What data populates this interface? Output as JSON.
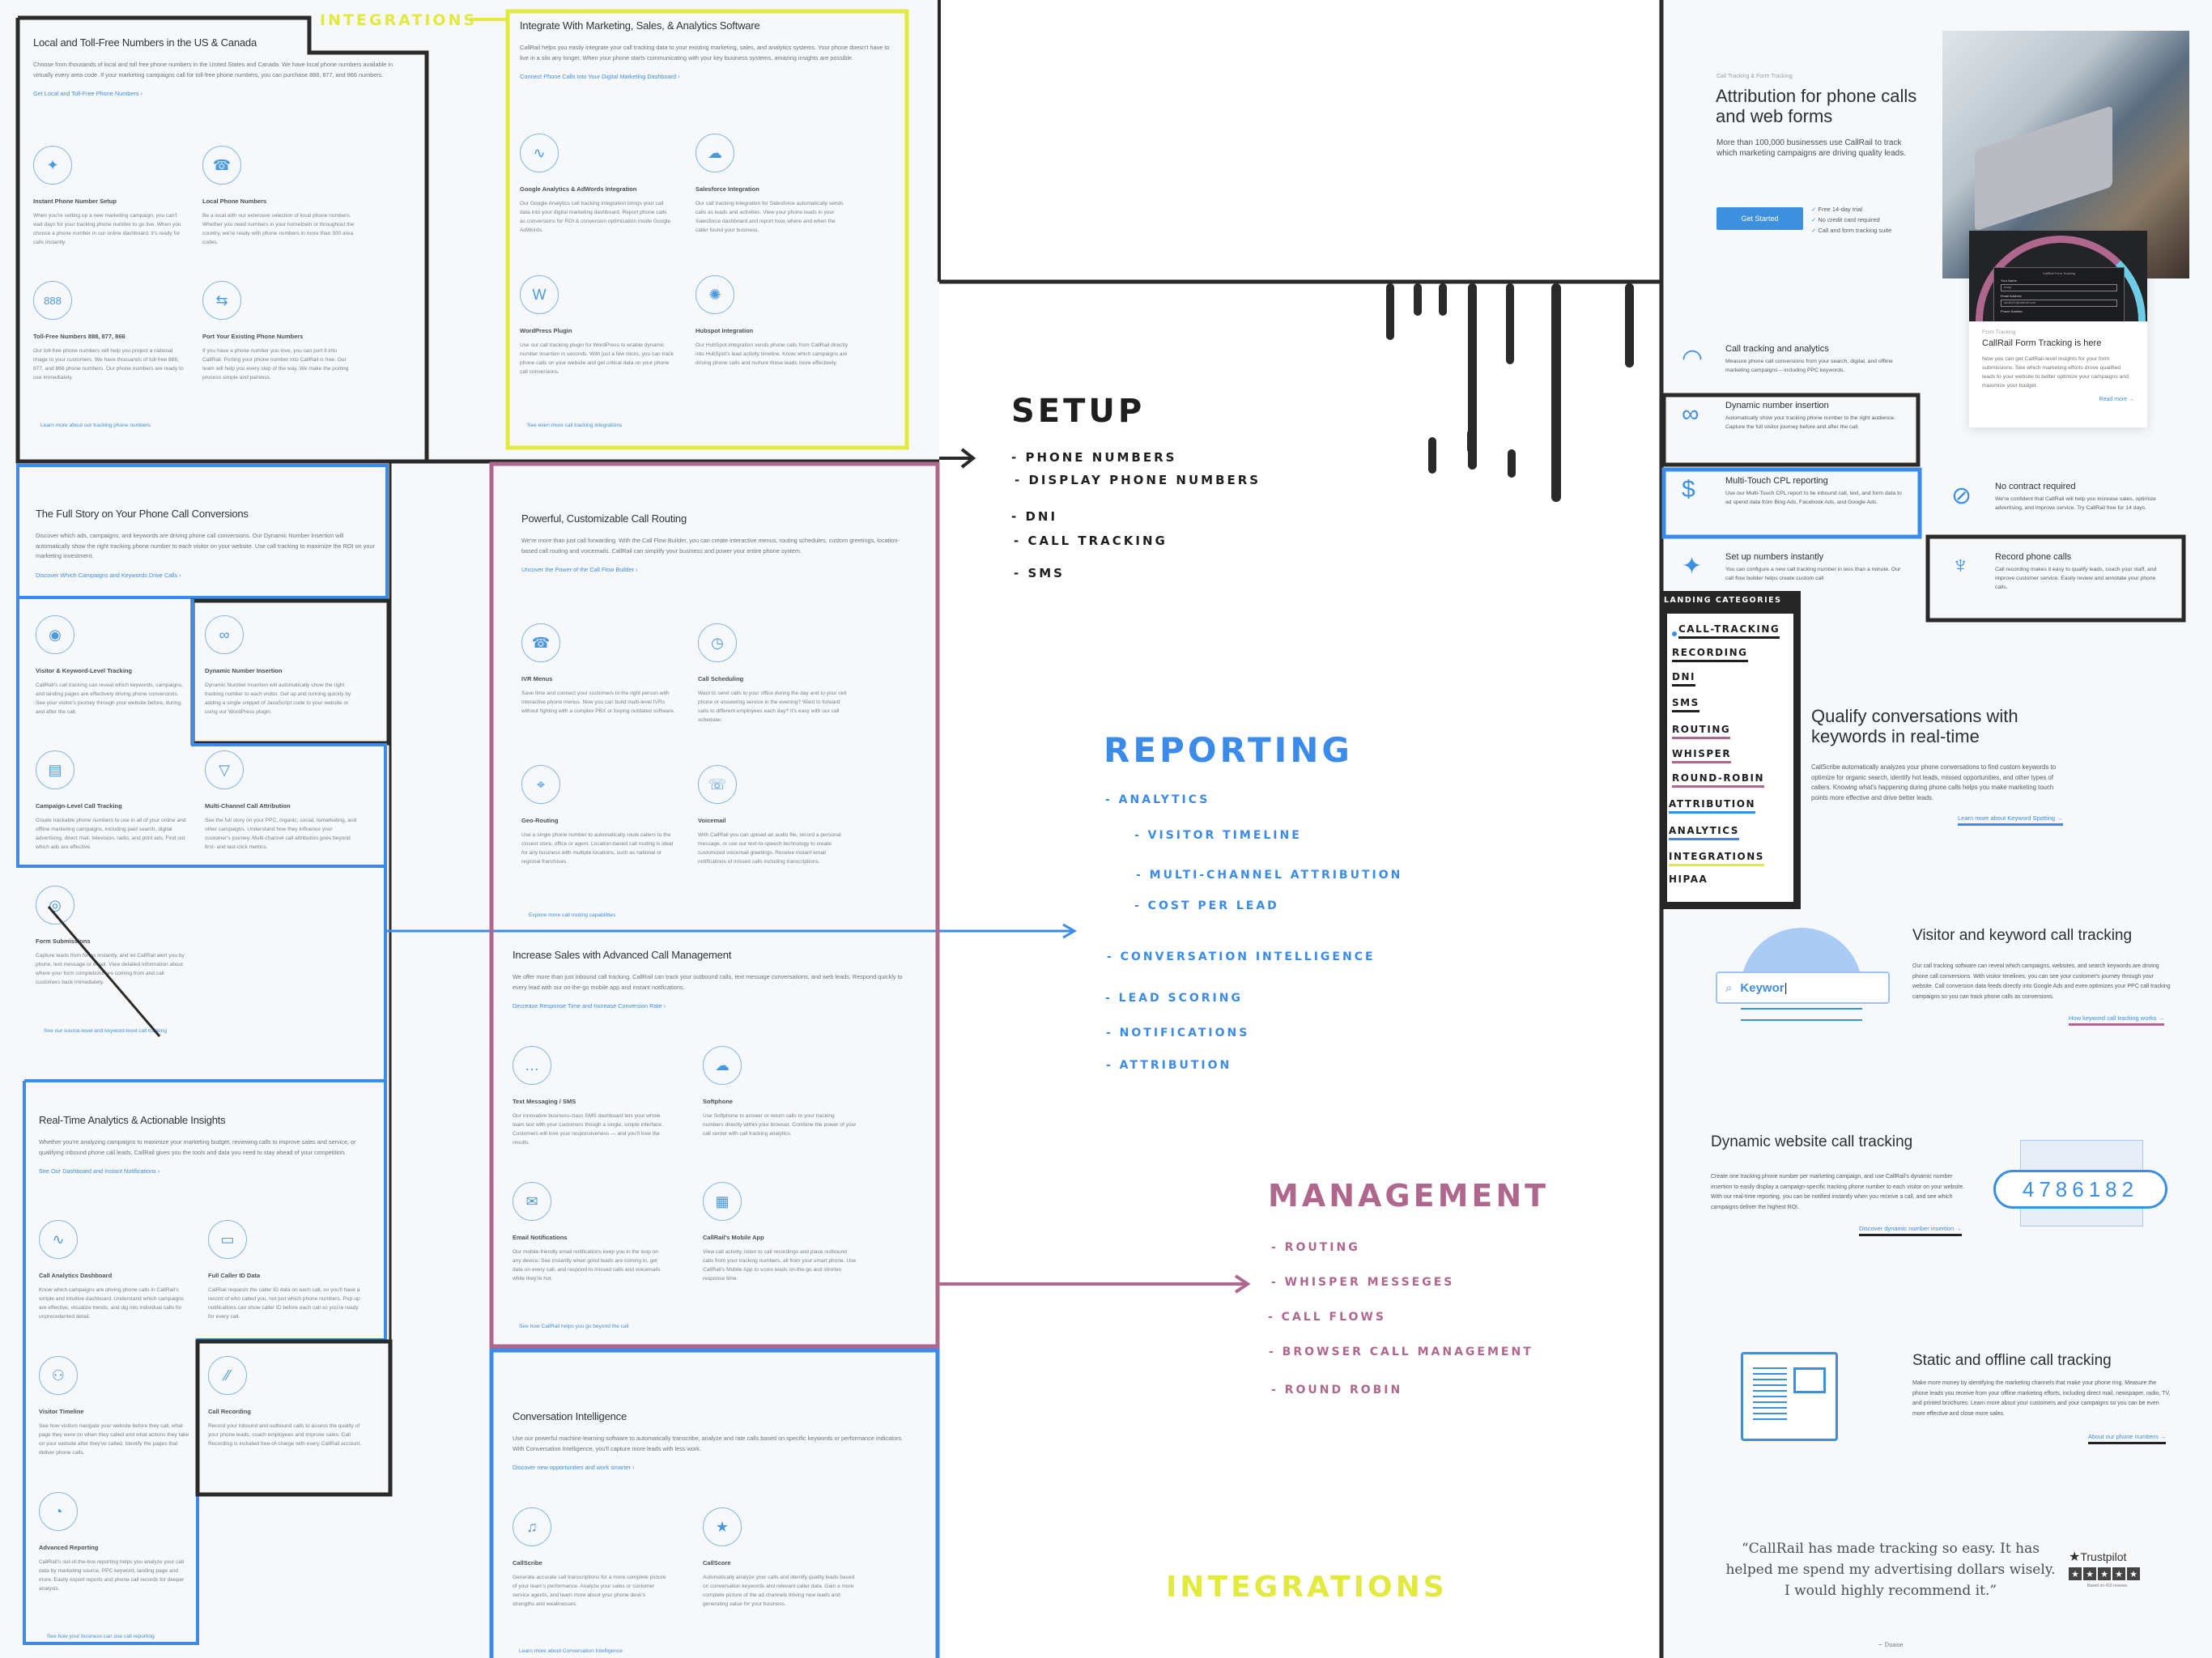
{
  "colors": {
    "blue": "#3b8beb",
    "pink": "#b0678e",
    "yellow": "#e2ea3f",
    "black": "#2a2a2a",
    "link": "#3d8fe0"
  },
  "panels": {
    "local_numbers": {
      "title": "Local and Toll-Free Numbers in the US & Canada",
      "intro": "Choose from thousands of local and toll free phone numbers in the United States and Canada. We have local phone numbers available in virtually every area code. If your marketing campaigns call for toll-free phone numbers, you can purchase 888, 877, and 866 numbers.",
      "link": "Get Local and Toll-Free Phone Numbers ›",
      "footer": "Learn more about our tracking phone numbers",
      "features": [
        {
          "icon": "magic-wand-icon",
          "glyph": "✦",
          "title": "Instant Phone Number Setup",
          "desc": "When you're setting up a new marketing campaign, you can't wait days for your tracking phone number to go live. When you choose a phone number in our online dashboard, it's ready for calls instantly."
        },
        {
          "icon": "telephone-icon",
          "glyph": "☎",
          "title": "Local Phone Numbers",
          "desc": "Be a local with our extensive selection of local phone numbers. Whether you need numbers in your hometown or throughout the country, we're ready with phone numbers in more than 300 area codes."
        },
        {
          "icon": "toll-free-888-icon",
          "glyph": "888",
          "title": "Toll-Free Numbers 888, 877, 866",
          "desc": "Our toll-free phone numbers will help you project a national image to your customers. We have thousands of toll-free 888, 877, and 866 phone numbers. Our phone numbers are ready to use immediately."
        },
        {
          "icon": "port-arrows-icon",
          "glyph": "⇆",
          "title": "Port Your Existing Phone Numbers",
          "desc": "If you have a phone number you love, you can port it into CallRail. Porting your phone number into CallRail is free. Our team will help you every step of the way. We make the porting process simple and painless."
        }
      ]
    },
    "full_story": {
      "title": "The Full Story on Your Phone Call Conversions",
      "intro": "Discover which ads, campaigns, and keywords are driving phone call conversions. Our Dynamic Number Insertion will automatically show the right tracking phone number to each visitor on your website. Use call tracking to maximize the ROI on your marketing investment.",
      "link": "Discover Which Campaigns and Keywords Drive Calls ›",
      "footer": "See our source-level and keyword-level call tracking",
      "features": [
        {
          "icon": "visitor-search-icon",
          "glyph": "◉",
          "title": "Visitor & Keyword-Level Tracking",
          "desc": "CallRail's call tracking can reveal which keywords, campaigns, and landing pages are effectively driving phone conversions. See your visitor's journey through your website before, during, and after the call."
        },
        {
          "icon": "dynamic-number-icon",
          "glyph": "∞",
          "title": "Dynamic Number Insertion",
          "desc": "Dynamic Number Insertion will automatically show the right tracking number to each visitor. Get up and running quickly by adding a single snippet of JavaScript code to your website or using our WordPress plugin."
        },
        {
          "icon": "newspaper-icon",
          "glyph": "▤",
          "title": "Campaign-Level Call Tracking",
          "desc": "Create trackable phone numbers to use in all of your online and offline marketing campaigns, including paid search, digital advertising, direct mail, television, radio, and print ads. Find out which ads are effective."
        },
        {
          "icon": "funnel-icon",
          "glyph": "▽",
          "title": "Multi-Channel Call Attribution",
          "desc": "See the full story on your PPC, organic, social, remarketing, and other campaigns. Understand how they influence your customer's journey. Multi-channel call attribution goes beyond first- and last-click metrics."
        },
        {
          "icon": "form-user-icon",
          "glyph": "◎",
          "title": "Form Submissions",
          "desc": "Capture leads from forms instantly, and let CallRail alert you by phone, text message or email. View detailed information about where your form completions are coming from and call customers back immediately."
        }
      ]
    },
    "real_time": {
      "title": "Real-Time Analytics & Actionable Insights",
      "intro": "Whether you're analyzing campaigns to maximize your marketing budget, reviewing calls to improve sales and service, or qualifying inbound phone call leads, CallRail gives you the tools and data you need to stay ahead of your competition.",
      "link": "See Our Dashboard and Instant Notifications ›",
      "footer": "See how your business can use call reporting",
      "features": [
        {
          "icon": "line-chart-icon",
          "glyph": "∿",
          "title": "Call Analytics Dashboard",
          "desc": "Know which campaigns are driving phone calls in CallRail's simple and intuitive dashboard. Understand which campaigns are effective, visualize trends, and dig into individual calls for unprecedented detail."
        },
        {
          "icon": "caller-id-icon",
          "glyph": "▭",
          "title": "Full Caller ID Data",
          "desc": "CallRail requests the caller ID data on each call, so you'll have a record of who called you, not just which phone numbers. Pop-up notifications can show caller ID before each call so you're ready for every call."
        },
        {
          "icon": "visitor-timeline-icon",
          "glyph": "⚇",
          "title": "Visitor Timeline",
          "desc": "See how visitors navigate your website before they call, what page they were on when they called and what actions they take on your website after they've called. Identify the pages that deliver phone calls."
        },
        {
          "icon": "call-recording-icon",
          "glyph": "⁄⁄",
          "title": "Call Recording",
          "desc": "Record your inbound and outbound calls to assess the quality of your phone leads, coach employees and improve sales. Call Recording is included free-of-charge with every CallRail account."
        },
        {
          "icon": "pie-chart-icon",
          "glyph": "◔",
          "title": "Advanced Reporting",
          "desc": "CallRail's out-of-the-box reporting helps you analyze your call data by marketing source, PPC keyword, landing page and more. Easily export reports and phone call records for deeper analysis."
        }
      ]
    },
    "integrations": {
      "title": "Integrate With Marketing, Sales, & Analytics Software",
      "intro": "CallRail helps you easily integrate your call tracking data to your existing marketing, sales, and analytics systems. Your phone doesn't have to live in a silo any longer. When your phone starts communicating with your key business systems, amazing insights are possible.",
      "link": "Connect Phone Calls into Your Digital Marketing Dashboard ›",
      "footer": "See even more call tracking integrations",
      "features": [
        {
          "icon": "analytics-pulse-icon",
          "glyph": "∿",
          "title": "Google Analytics & AdWords Integration",
          "desc": "Our Google Analytics call tracking integration brings your call data into your digital marketing dashboard. Report phone calls as conversions for ROI & conversion optimization inside Google AdWords."
        },
        {
          "icon": "cloud-icon",
          "glyph": "☁",
          "title": "Salesforce Integration",
          "desc": "Our call tracking integration for Salesforce automatically sends calls as leads and activities. View your phone leads in your Salesforce dashboard and report how, where and when the caller found your business."
        },
        {
          "icon": "wordpress-icon",
          "glyph": "W",
          "title": "WordPress Plugin",
          "desc": "Use our call tracking plugin for WordPress to enable dynamic number insertion in seconds. With just a few clicks, you can track phone calls on your website and get critical data on your phone call conversions."
        },
        {
          "icon": "hubspot-icon",
          "glyph": "✺",
          "title": "Hubspot Integration",
          "desc": "Our HubSpot integration sends phone calls from CallRail directly into HubSpot's lead activity timeline. Know which campaigns are driving phone calls and nurture those leads more effectively."
        }
      ]
    },
    "routing": {
      "title": "Powerful, Customizable Call Routing",
      "intro": "We're more than just call forwarding. With the Call Flow Builder, you can create interactive menus, routing schedules, custom greetings, location-based call routing and voicemails. CallRail can simplify your business and power your entire phone system.",
      "link": "Uncover the Power of the Call Flow Builder ›",
      "footer": "Explore more call routing capabilities",
      "features": [
        {
          "icon": "ivr-keypad-icon",
          "glyph": "☎",
          "title": "IVR Menus",
          "desc": "Save time and connect your customers to the right person with interactive phone menus. Now you can build multi-level IVRs without fighting with a complex PBX or buying outdated software."
        },
        {
          "icon": "clock-icon",
          "glyph": "◷",
          "title": "Call Scheduling",
          "desc": "Want to send calls to your office during the day and to your cell phone or answering service in the evening? Want to forward calls to different employees each day? It's easy with our call scheduler."
        },
        {
          "icon": "geo-pin-icon",
          "glyph": "⌖",
          "title": "Geo-Routing",
          "desc": "Use a single phone number to automatically route callers to the closest store, office or agent. Location-based call routing is ideal for any business with multiple locations, such as national or regional franchises."
        },
        {
          "icon": "voicemail-icon",
          "glyph": "☏",
          "title": "Voicemail",
          "desc": "With CallRail you can upload an audio file, record a personal message, or use our text-to-speech technology to create customized voicemail greetings. Receive instant email notifications of missed calls including transcriptions."
        }
      ]
    },
    "advanced": {
      "title": "Increase Sales with Advanced Call Management",
      "intro": "We offer more than just inbound call tracking. CallRail can track your outbound calls, text message conversations, and web leads. Respond quickly to every lead with our on-the-go mobile app and instant notifications.",
      "link": "Decrease Response Time and Increase Conversion Rate ›",
      "footer": "See how CallRail helps you go beyond the call",
      "features": [
        {
          "icon": "chat-bubble-icon",
          "glyph": "…",
          "title": "Text Messaging / SMS",
          "desc": "Our innovative business-class SMS dashboard lets your whole team text with your customers though a single, simple interface. Customers will love your responsiveness — and you'll love the results."
        },
        {
          "icon": "softphone-cloud-icon",
          "glyph": "☁",
          "title": "Softphone",
          "desc": "Use Softphone to answer or return calls to your tracking numbers directly within your browser. Combine the power of your call center with call tracking analytics."
        },
        {
          "icon": "email-alert-icon",
          "glyph": "✉",
          "title": "Email Notifications",
          "desc": "Our mobile-friendly email notifications keep you in the loop on any device. See instantly when good leads are coming in, get data on every call, and respond to missed calls and voicemails while they're hot."
        },
        {
          "icon": "mobile-app-icon",
          "glyph": "▦",
          "title": "CallRail's Mobile App",
          "desc": "View call activity, listen to call recordings and place outbound calls from your tracking numbers, all from your smart phone. Use CallRail's Mobile App to score leads on-the-go and shorten response time."
        }
      ]
    },
    "conversation": {
      "title": "Conversation Intelligence",
      "intro": "Use our powerful machine-learning software to automatically transcribe, analyze and rate calls based on specific keywords or performance indicators. With Conversation Intelligence, you'll capture more leads with less work.",
      "link": "Discover new opportunities and work smarter ›",
      "footer": "Learn more about Conversation Intelligence",
      "features": [
        {
          "icon": "soundwave-chat-icon",
          "glyph": "♫",
          "title": "CallScribe",
          "desc": "Generate accurate call transcriptions for a more complete picture of your team's performance. Analyze your sales or customer service agents, and learn more about your phone desk's strengths and weaknesses."
        },
        {
          "icon": "score-cards-icon",
          "glyph": "★",
          "title": "CallScore",
          "desc": "Automatically analyze your calls and identify quality leads based on conversation keywords and relevant caller data. Gain a more complete picture of the ad channels driving new leads and generating value for your business."
        }
      ]
    }
  },
  "annotations": {
    "integrations_label": "INTEGRATIONS",
    "setup": {
      "title": "SETUP",
      "items": [
        "- PHONE NUMBERS",
        "- DISPLAY PHONE NUMBERS",
        "- DNI",
        "- CALL TRACKING",
        "- SMS"
      ]
    },
    "reporting": {
      "title": "REPORTING",
      "items": [
        "- ANALYTICS",
        "- VISITOR TIMELINE",
        "- MULTI-CHANNEL ATTRIBUTION",
        "- COST PER LEAD",
        "- CONVERSATION INTELLIGENCE",
        "- LEAD SCORING",
        "- NOTIFICATIONS",
        "- ATTRIBUTION"
      ]
    },
    "management": {
      "title": "MANAGEMENT",
      "items": [
        "- ROUTING",
        "- WHISPER MESSEGES",
        "- CALL FLOWS",
        "- BROWSER CALL MANAGEMENT",
        "- ROUND ROBIN"
      ]
    },
    "integrations_bottom": "INTEGRATIONS",
    "landing": {
      "title": "LANDING CATEGORIES",
      "items": [
        "CALL-TRACKING",
        "RECORDING",
        "DNI",
        "SMS",
        "ROUTING",
        "WHISPER",
        "ROUND-ROBIN",
        "ATTRIBUTION",
        "ANALYTICS",
        "INTEGRATIONS",
        "HIPAA"
      ]
    }
  },
  "hero": {
    "eyebrow": "Call Tracking & Form Tracking",
    "title": "Attribution for phone calls and web forms",
    "desc": "More than 100,000 businesses use CallRail to track which marketing campaigns are driving quality leads.",
    "cta": "Get Started",
    "checks": [
      "Free 14-day trial",
      "No credit card required",
      "Call and form tracking suite"
    ]
  },
  "form_card": {
    "window_title": "CallRail Form Tracking",
    "name_label": "Your Name",
    "name_value": "Andy",
    "email_label": "Email Address",
    "email_value": "studio21@callrail.com",
    "phone_label": "Phone Number",
    "eyebrow": "Form Tracking",
    "title": "CallRail Form Tracking is here",
    "desc": "Now you can get CallRail-level insights for your form submissions. See which marketing efforts drove qualified leads to your website to better optimize your campaigns and maximize your budget.",
    "link": "Read more →"
  },
  "benefits": [
    {
      "icon": "chart-circle-icon",
      "title": "Call tracking and analytics",
      "desc": "Measure phone call conversions from your search, digital, and offline marketing campaigns – including PPC keywords."
    },
    {
      "icon": "dynamic-loop-icon",
      "title": "Dynamic number insertion",
      "desc": "Automatically show your tracking phone number to the right audience. Capture the full visitor journey before and after the call."
    },
    {
      "icon": "piggy-bank-icon",
      "title": "Multi-Touch CPL reporting",
      "desc": "Use our Multi-Touch CPL report to tie inbound call, text, and form data to ad spend data from Bing Ads, Facebook Ads, and Google Ads."
    },
    {
      "icon": "no-contract-icon",
      "title": "No contract required",
      "desc": "We're confident that CallRail will help you increase sales, optimize advertising, and improve service. Try CallRail free for 14 days."
    },
    {
      "icon": "magic-wand-icon",
      "title": "Set up numbers instantly",
      "desc": "You can configure a new call tracking number in less than a minute. Our call flow builder helps create custom call"
    },
    {
      "icon": "microphone-icon",
      "title": "Record phone calls",
      "desc": "Call recording makes it easy to qualify leads, coach your staff, and improve customer service. Easily review and annotate your phone calls."
    }
  ],
  "qualify": {
    "title": "Qualify conversations with keywords in real-time",
    "desc": "CallScribe automatically analyzes your phone conversations to find custom keywords to optimize for organic search, identify hot leads, missed opportunities, and other types of callers. Knowing what's happening during phone calls helps you make marketing touch points more effective and drive better leads.",
    "link": "Learn more about Keyword Spotting →"
  },
  "visitor": {
    "title": "Visitor and keyword call tracking",
    "desc": "Our call tracking software can reveal which campaigns, websites, and search keywords are driving phone call conversions. With visitor timelines, you can see your customer's journey through your website. Call conversion data feeds directly into Google Ads and even optimizes your PPC call tracking campaigns so you can track phone calls as conversions.",
    "link": "How keyword call tracking works →",
    "search_text": "Keywor"
  },
  "dynamic": {
    "title": "Dynamic website call tracking",
    "desc": "Create one tracking phone number per marketing campaign, and use CallRail's dynamic number insertion to easily display a campaign-specific tracking phone number to each visitor on your website. With our real-time reporting, you can be notified instantly when you receive a call, and see which campaigns deliver the highest ROI.",
    "link": "Discover dynamic number insertion →",
    "number": "4786182"
  },
  "static": {
    "title": "Static and offline call tracking",
    "desc": "Make more money by identifying the marketing channels that make your phone ring. Measure the phone leads you receive from your offline marketing efforts, including direct mail, newspaper, radio, TV, and printed brochures. Learn more about your customers and your campaigns so you can be even more effective and close more sales.",
    "link": "About our phone numbers →"
  },
  "testimonial": {
    "quote": "“CallRail has made tracking so easy. It has helped me spend my advertising dollars wisely. I would highly recommend it.”",
    "author": "~ Duane",
    "brand": "Trustpilot",
    "rating": 5,
    "reviews": "Based on 416 reviews"
  }
}
